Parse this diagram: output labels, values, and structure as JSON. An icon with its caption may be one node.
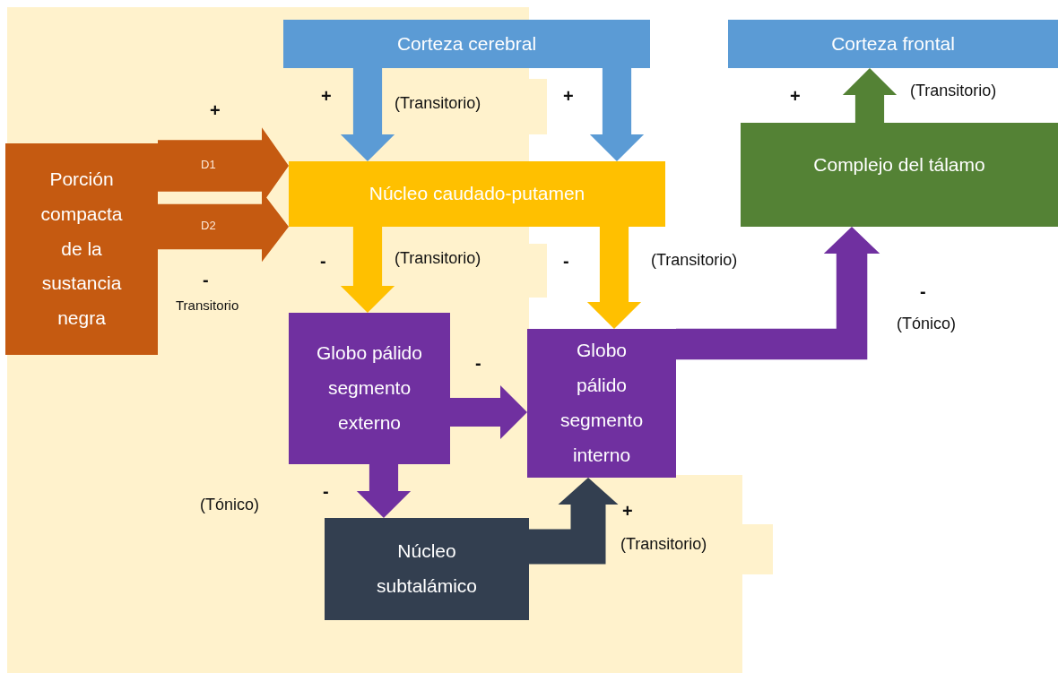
{
  "diagram": {
    "nodes": [
      {
        "text": [
          "Corteza cerebral"
        ]
      },
      {
        "text": [
          "Corteza frontal"
        ]
      },
      {
        "text": [
          "Porción compacta de la sustancia negra"
        ]
      },
      {
        "text": [
          "Núcleo caudado-putamen"
        ]
      },
      {
        "text": [
          "Complejo del tálamo"
        ]
      },
      {
        "text": [
          "Globo pálido segmento externo"
        ]
      },
      {
        "text": [
          "Globo pálido segmento interno"
        ]
      },
      {
        "text": [
          "Núcleo subtalámico"
        ]
      }
    ],
    "edges": [
      {
        "from": 0,
        "to": 3,
        "arrow": "to",
        "style": "thick",
        "color": "#5b9bd5"
      },
      {
        "from": 0,
        "to": 3,
        "arrow": "to",
        "style": "thick",
        "color": "#5b9bd5"
      },
      {
        "from": 2,
        "to": 3,
        "arrow": "to",
        "label": "D1",
        "style": "thick",
        "color": "#c55a11"
      },
      {
        "from": 2,
        "to": 3,
        "arrow": "to",
        "label": "D2",
        "style": "thick",
        "color": "#c55a11"
      },
      {
        "from": 3,
        "to": 5,
        "arrow": "to",
        "style": "thick",
        "color": "#ffc000"
      },
      {
        "from": 3,
        "to": 6,
        "arrow": "to",
        "style": "thick",
        "color": "#ffc000"
      },
      {
        "from": 5,
        "to": 6,
        "arrow": "to",
        "style": "thick",
        "color": "#7030a0"
      },
      {
        "from": 5,
        "to": 7,
        "arrow": "to",
        "style": "thick",
        "color": "#7030a0"
      },
      {
        "from": 7,
        "to": 6,
        "arrow": "to",
        "style": "thick",
        "color": "#333f50"
      },
      {
        "from": 6,
        "to": 4,
        "arrow": "to",
        "style": "thick",
        "color": "#7030a0"
      },
      {
        "from": 4,
        "to": 1,
        "arrow": "to",
        "style": "thick",
        "color": "#548235"
      }
    ],
    "labels": [
      "+",
      "+",
      "(Transitorio)",
      "+",
      "+",
      "(Transitorio)",
      "-",
      "(Transitorio)",
      "-",
      "(Transitorio)",
      "-",
      "Transitorio",
      "-",
      "(Tónico)",
      "-",
      "-",
      "(Tónico)",
      "+",
      "(Transitorio)"
    ]
  }
}
